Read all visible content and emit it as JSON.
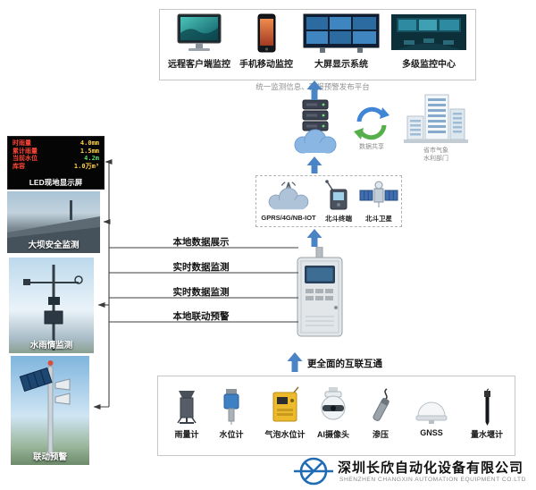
{
  "top_platform": {
    "caption": "统一监测信息、预报预警发布平台",
    "items": [
      {
        "label": "远程客户端监控",
        "icon": "desktop-monitor"
      },
      {
        "label": "手机移动监控",
        "icon": "smartphone"
      },
      {
        "label": "大屏显示系统",
        "icon": "video-wall"
      },
      {
        "label": "多级监控中心",
        "icon": "control-room"
      }
    ]
  },
  "cloud_layer": {
    "server_icon": "server-on-cloud",
    "exchange_label": "数据共享",
    "building_caption_line1": "省市气象",
    "building_caption_line2": "水利部门"
  },
  "comm_box": {
    "items": [
      {
        "label": "GPRS/4G/NB-IOT",
        "icon": "cellular-cloud"
      },
      {
        "label": "北斗终端",
        "icon": "beidou-terminal"
      },
      {
        "label": "北斗卫星",
        "icon": "beidou-satellite"
      }
    ]
  },
  "function_labels": [
    {
      "label": "本地数据展示"
    },
    {
      "label": "实时数据监测"
    },
    {
      "label": "实时数据监测"
    },
    {
      "label": "本地联动预警"
    }
  ],
  "site_images": [
    {
      "caption": "LED现地显示屏"
    },
    {
      "caption": "大坝安全监测"
    },
    {
      "caption": "水雨情监测"
    },
    {
      "caption": "联动预警"
    }
  ],
  "led_display": {
    "lines": [
      {
        "label": "时雨量",
        "value": "4.0mm"
      },
      {
        "label": "累计雨量",
        "value": "1.5mm"
      },
      {
        "label": "当前水位",
        "value": "4.2m"
      },
      {
        "label": "库容",
        "value": "1.0万m³"
      }
    ]
  },
  "interconnect": {
    "label": "更全面的互联互通"
  },
  "sensor_box": {
    "items": [
      {
        "label": "雨量计",
        "icon": "rain-gauge"
      },
      {
        "label": "水位计",
        "icon": "water-level-sensor"
      },
      {
        "label": "气泡水位计",
        "icon": "bubble-level-gauge"
      },
      {
        "label": "AI摄像头",
        "icon": "ptz-camera"
      },
      {
        "label": "渗压",
        "icon": "seepage-sensor"
      },
      {
        "label": "GNSS",
        "icon": "gnss-dome"
      },
      {
        "label": "量水堰计",
        "icon": "weir-gauge"
      }
    ]
  },
  "footer": {
    "company_cn": "深圳长欣自动化设备有限公司",
    "company_en": "SHENZHEN CHANGXIN AUTOMATION EQUIPMENT CO.LTD"
  },
  "colors": {
    "arrow_blue": "#4a84c4",
    "exchange_green": "#55b04c",
    "led_label_red": "#ff4536",
    "led_value_yellow": "#ffd24a",
    "logo_blue": "#1f6cb4"
  }
}
